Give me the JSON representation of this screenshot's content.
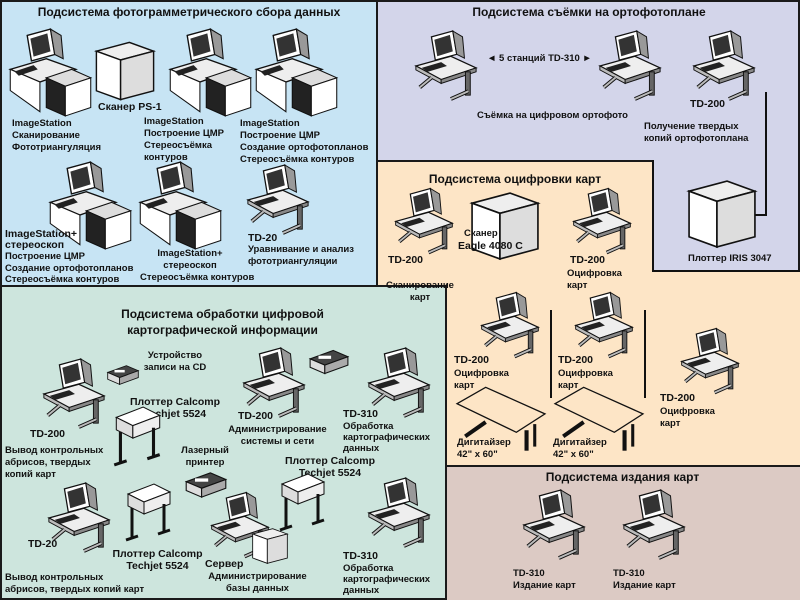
{
  "colors": {
    "photogrammetry": "#c7e4f4",
    "orthophoto": "#d3d5ea",
    "digitizing": "#fde5c6",
    "processing": "#cde5dd",
    "publishing": "#dccac4",
    "border": "#1a1a1a"
  },
  "photogrammetry": {
    "title": "Подсистема фотограмметрического сбора данных",
    "scanner": "Сканер PS-1",
    "ws1": [
      "ImageStation",
      "Сканирование",
      "Фототриангуляция"
    ],
    "ws2": [
      "ImageStation",
      "Построение ЦМР",
      "Стереосъёмка",
      "контуров"
    ],
    "ws3": [
      "ImageStation",
      "Построение ЦМР",
      "Создание ортофотопланов",
      "Стереосъёмка контуров"
    ],
    "ws4": [
      "ImageStation+",
      "стереоскоп",
      "Построение ЦМР",
      "Создание ортофотопланов",
      "Стереосъёмка контуров"
    ],
    "ws5": [
      "ImageStation+",
      "стереоскоп",
      "Стереосъёмка контуров"
    ],
    "td20": [
      "TD-20",
      "Уравнивание и анализ",
      "фототриангуляции"
    ]
  },
  "orthophoto": {
    "title": "Подсистема съёмки на ортофотоплане",
    "stations": "◄ 5 станций TD-310 ►",
    "survey": "Съёмка на цифровом ортофото",
    "td200": [
      "TD-200",
      "Получение твердых",
      "копий ортофотоплана"
    ],
    "plotter": "Плоттер IRIS 3047"
  },
  "digitizing": {
    "title": "Подсистема оцифровки карт",
    "scan_ws": [
      "TD-200",
      "Сканирование",
      "карт"
    ],
    "scanner": [
      "Сканер",
      "Eagle 4080 C"
    ],
    "ws_a": [
      "TD-200",
      "Оцифровка",
      "карт"
    ],
    "ws_b": [
      "TD-200",
      "Оцифровка",
      "карт"
    ],
    "ws_c": [
      "TD-200",
      "Оцифровка",
      "карт"
    ],
    "ws_d": [
      "TD-200",
      "Оцифровка",
      "карт"
    ],
    "digitizer1": [
      "Дигитайзер",
      "42\" x 60\""
    ],
    "digitizer2": [
      "Дигитайзер",
      "42\" x 60\""
    ]
  },
  "processing": {
    "title": [
      "Подсистема обработки цифровой",
      "картографической информации"
    ],
    "cd": [
      "Устройство",
      "записи на CD"
    ],
    "plotter1": [
      "Плоттер Calcomp",
      "Techjet 5524"
    ],
    "td200a": [
      "TD-200",
      "Вывод контрольных",
      "абрисов, твердых",
      "копий карт"
    ],
    "td200b": [
      "TD-200",
      "Администрирование",
      "системы и сети"
    ],
    "td310a": [
      "TD-310",
      "Обработка",
      "картографических",
      "данных"
    ],
    "laser": [
      "Лазерный",
      "принтер"
    ],
    "plotter2": [
      "Плоттер Calcomp",
      "Techjet 5524"
    ],
    "td20": [
      "TD-20",
      "Вывод контрольных",
      "абрисов, твердых копий карт"
    ],
    "plotter3": [
      "Плоттер Calcomp",
      "Techjet 5524"
    ],
    "server": [
      "Сервер",
      "Администрирование",
      "базы данных"
    ],
    "td310b": [
      "TD-310",
      "Обработка",
      "картографических",
      "данных"
    ]
  },
  "publishing": {
    "title": "Подсистема издания карт",
    "ws1": [
      "TD-310",
      "Издание карт"
    ],
    "ws2": [
      "TD-310",
      "Издание карт"
    ]
  }
}
